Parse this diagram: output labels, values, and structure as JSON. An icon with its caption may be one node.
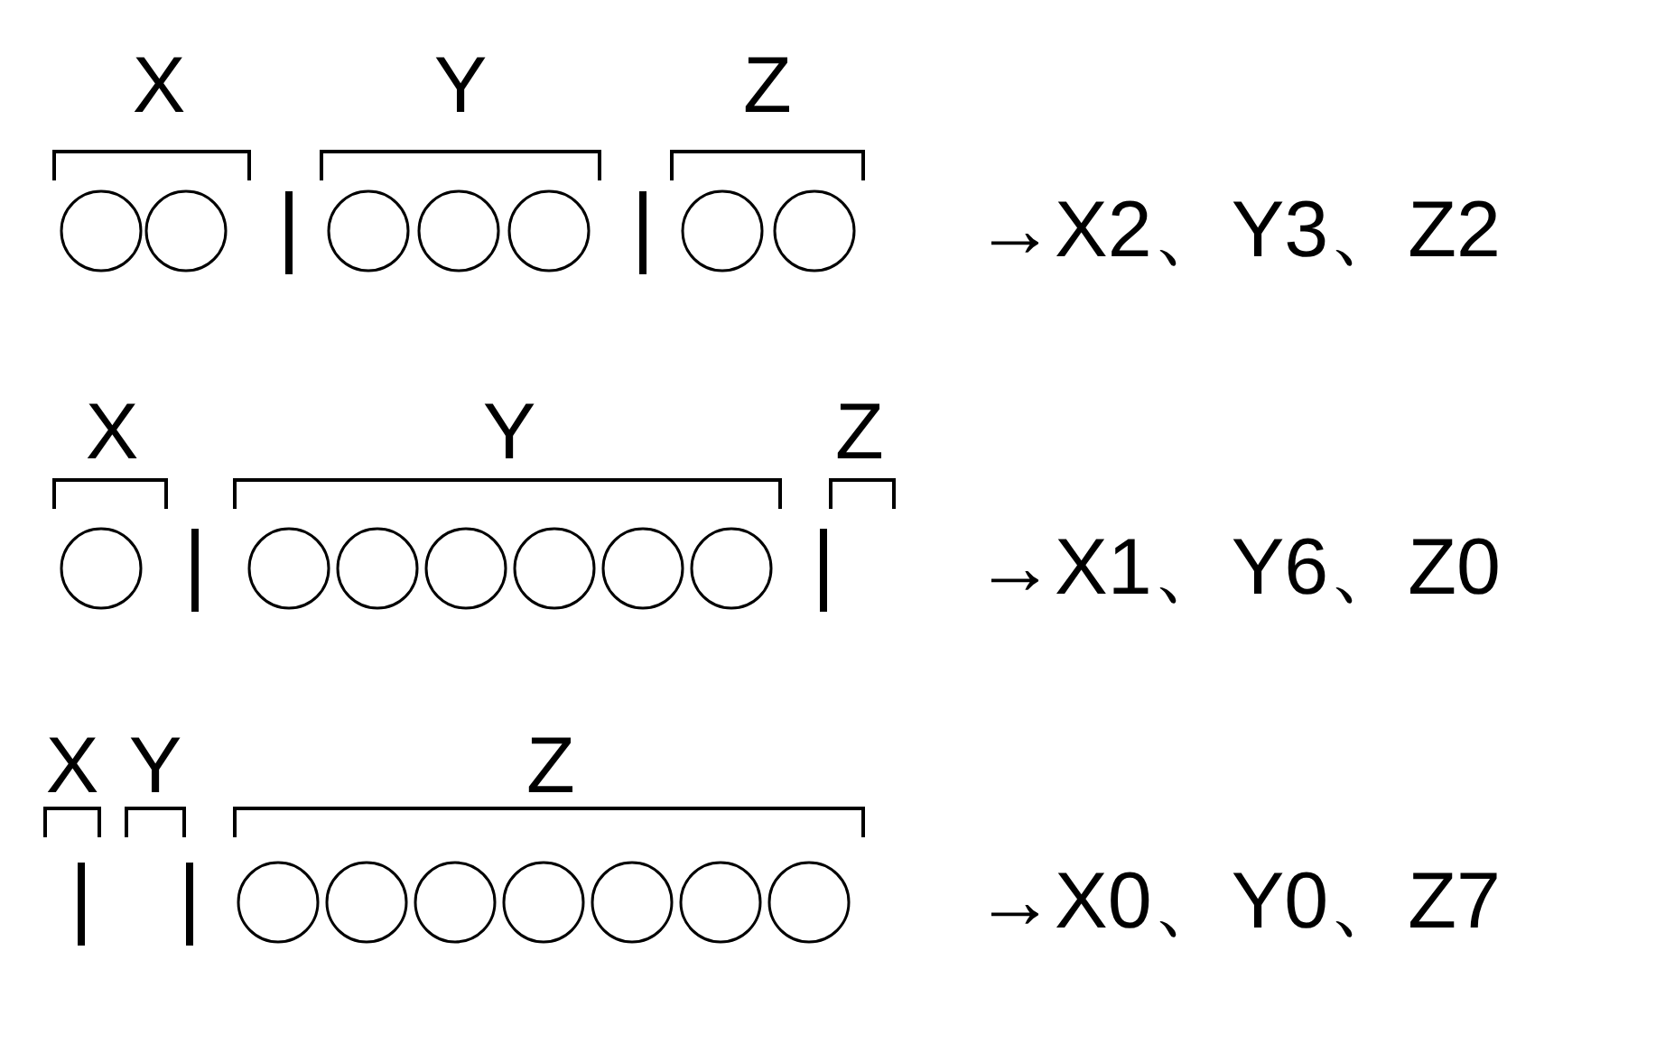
{
  "diagram": {
    "nodes": [
      {
        "text": [],
        "shape": "circle"
      },
      {
        "text": [],
        "shape": "circle"
      },
      {
        "text": [],
        "shape": "circle"
      },
      {
        "text": [],
        "shape": "circle"
      },
      {
        "text": [],
        "shape": "circle"
      },
      {
        "text": [],
        "shape": "circle"
      },
      {
        "text": [],
        "shape": "circle"
      },
      {
        "text": [],
        "shape": "circle"
      },
      {
        "text": [],
        "shape": "circle"
      },
      {
        "text": [],
        "shape": "circle"
      },
      {
        "text": [],
        "shape": "circle"
      },
      {
        "text": [],
        "shape": "circle"
      },
      {
        "text": [],
        "shape": "circle"
      },
      {
        "text": [],
        "shape": "circle"
      },
      {
        "text": [],
        "shape": "circle"
      },
      {
        "text": [],
        "shape": "circle"
      },
      {
        "text": [],
        "shape": "circle"
      },
      {
        "text": [],
        "shape": "circle"
      },
      {
        "text": [],
        "shape": "circle"
      },
      {
        "text": [],
        "shape": "circle"
      },
      {
        "text": [],
        "shape": "circle"
      }
    ],
    "labels": [
      "X",
      "Y",
      "Z",
      "→X2、Y3、Z2",
      "X",
      "Y",
      "Z",
      "→X1、Y6、Z0",
      "X",
      "Y",
      "Z",
      "→X0、Y0、Z7"
    ]
  }
}
